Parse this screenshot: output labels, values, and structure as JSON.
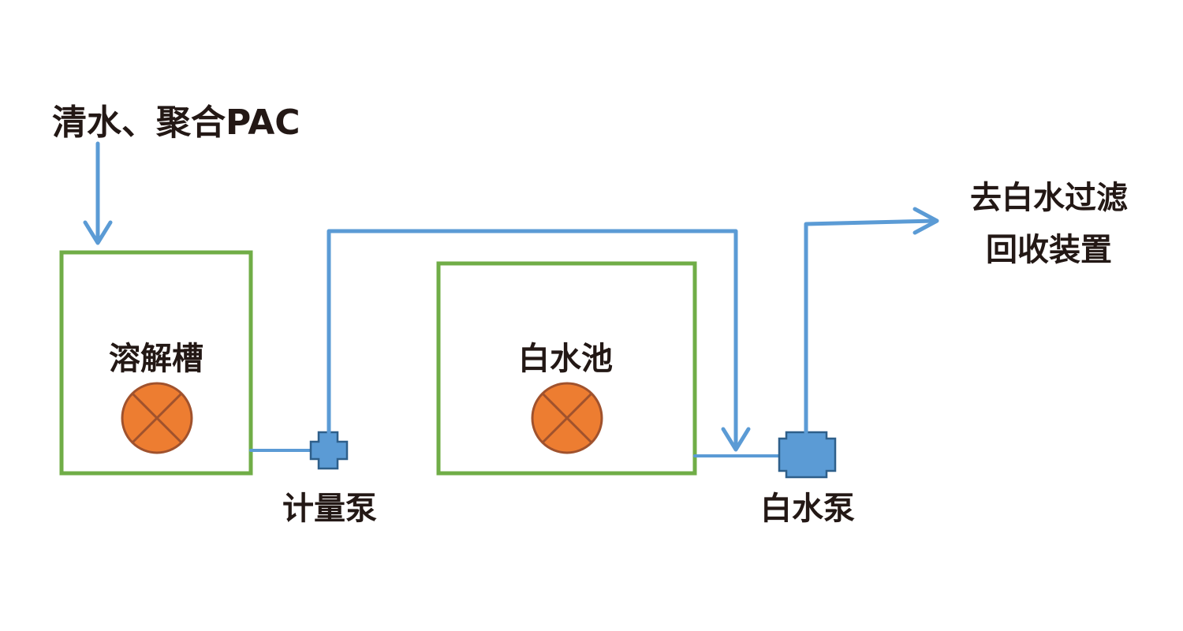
{
  "labels": {
    "input": "清水、聚合PAC",
    "dissolving_tank": "溶解槽",
    "white_water_pool": "白水池",
    "metering_pump": "计量泵",
    "white_water_pump": "白水泵",
    "output_line1": "去白水过滤",
    "output_line2": "回收装置"
  },
  "colors": {
    "pipe": "#5b9bd5",
    "tank_border": "#70ad47",
    "mixer_fill": "#ed7d31",
    "mixer_stroke": "#a0522d",
    "pump_fill": "#5b9bd5",
    "pump_stroke": "#2e5f8a",
    "text": "#231815"
  },
  "icons": {
    "mixer": "agitator-icon",
    "pump": "pump-icon",
    "arrow": "flow-arrow-icon"
  }
}
